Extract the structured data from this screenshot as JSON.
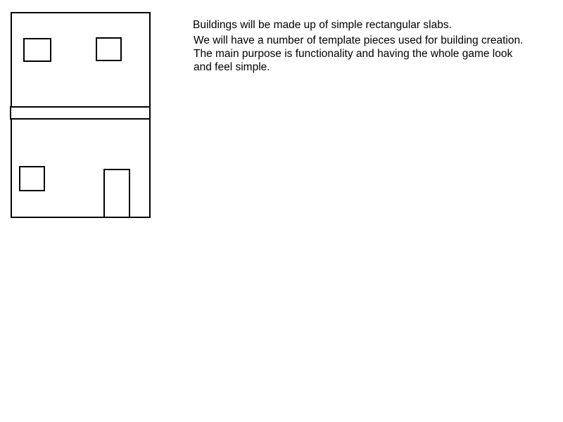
{
  "colors": {
    "background": "#ffffff",
    "stroke": "#000000",
    "text": "#000000"
  },
  "notes": {
    "slabs": "Buildings will be made up of simple rectangular slabs.",
    "templates": [
      "We will have a number of template pieces used for building creation.",
      "The main purpose is functionality and having the whole game look",
      "and feel simple."
    ]
  }
}
